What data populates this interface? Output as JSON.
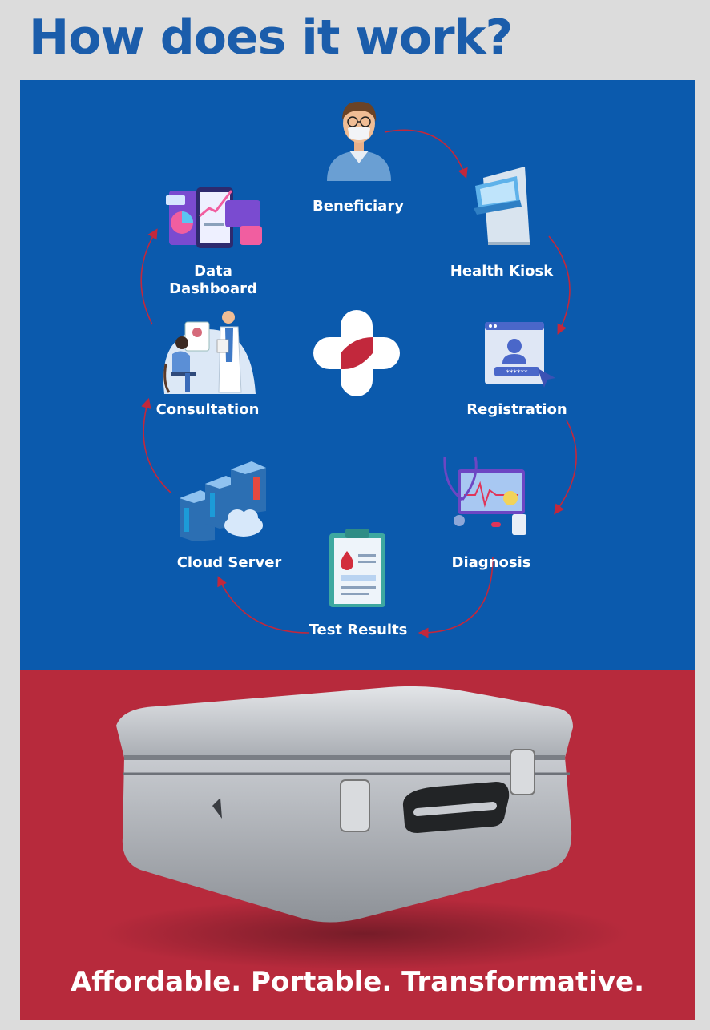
{
  "header": {
    "title": "How does it work?"
  },
  "flow": {
    "steps": [
      {
        "label": "Beneficiary",
        "icon": "person-icon"
      },
      {
        "label": "Health Kiosk",
        "icon": "kiosk-icon"
      },
      {
        "label": "Registration",
        "icon": "registration-icon"
      },
      {
        "label": "Diagnosis",
        "icon": "diagnosis-icon"
      },
      {
        "label": "Test Results",
        "icon": "clipboard-icon"
      },
      {
        "label": "Cloud Server",
        "icon": "server-icon"
      },
      {
        "label": "Consultation",
        "icon": "doctor-icon"
      },
      {
        "label": "Data\nDashboard",
        "icon": "dashboard-icon"
      }
    ],
    "center_icon": "medical-cross-icon"
  },
  "product": {
    "image": "aluminum-case-image"
  },
  "footer": {
    "tagline": "Affordable. Portable. Transformative."
  },
  "colors": {
    "title": "#1b5dab",
    "blue_panel": "#0b5aad",
    "red_panel": "#b72a3c",
    "arrow": "#c2283c"
  }
}
